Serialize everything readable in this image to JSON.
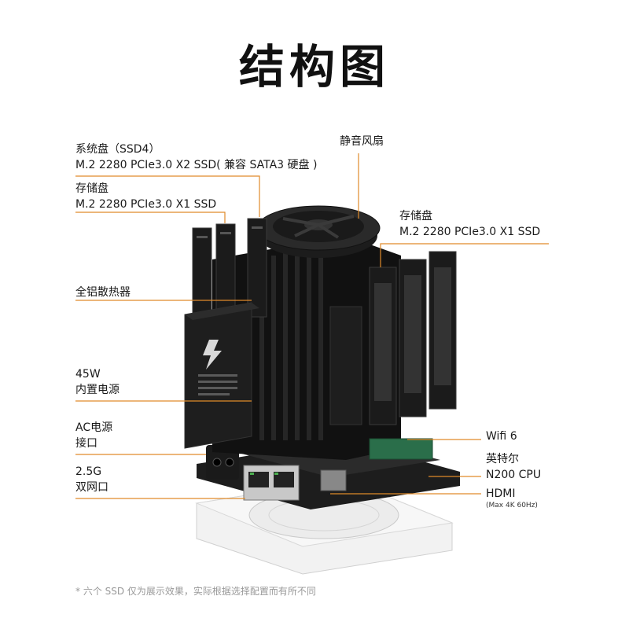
{
  "title": "结构图",
  "labels": {
    "system_ssd": {
      "line1": "系统盘（SSD4）",
      "line2": "M.2 2280 PCIe3.0 X2 SSD( 兼容 SATA3 硬盘 )"
    },
    "storage_left": {
      "line1": "存储盘",
      "line2": "M.2 2280 PCIe3.0 X1 SSD"
    },
    "fan": {
      "line1": "静音风扇"
    },
    "storage_right": {
      "line1": "存储盘",
      "line2": "M.2 2280 PCIe3.0 X1 SSD"
    },
    "heatsink": {
      "line1": "全铝散热器"
    },
    "psu": {
      "line1": "45W",
      "line2": "内置电源"
    },
    "ac_port": {
      "line1": "AC电源",
      "line2": "接口"
    },
    "lan": {
      "line1": "2.5G",
      "line2": "双网口"
    },
    "wifi": {
      "line1": "Wifi 6"
    },
    "cpu": {
      "line1": "英特尔",
      "line2": "N200 CPU"
    },
    "hdmi": {
      "line1": "HDMI",
      "line2": "(Max 4K 60Hz)"
    }
  },
  "footnote": "* 六个 SSD 仅为展示效果，实际根据选择配置而有所不同",
  "accent_color": "#e08a2a"
}
